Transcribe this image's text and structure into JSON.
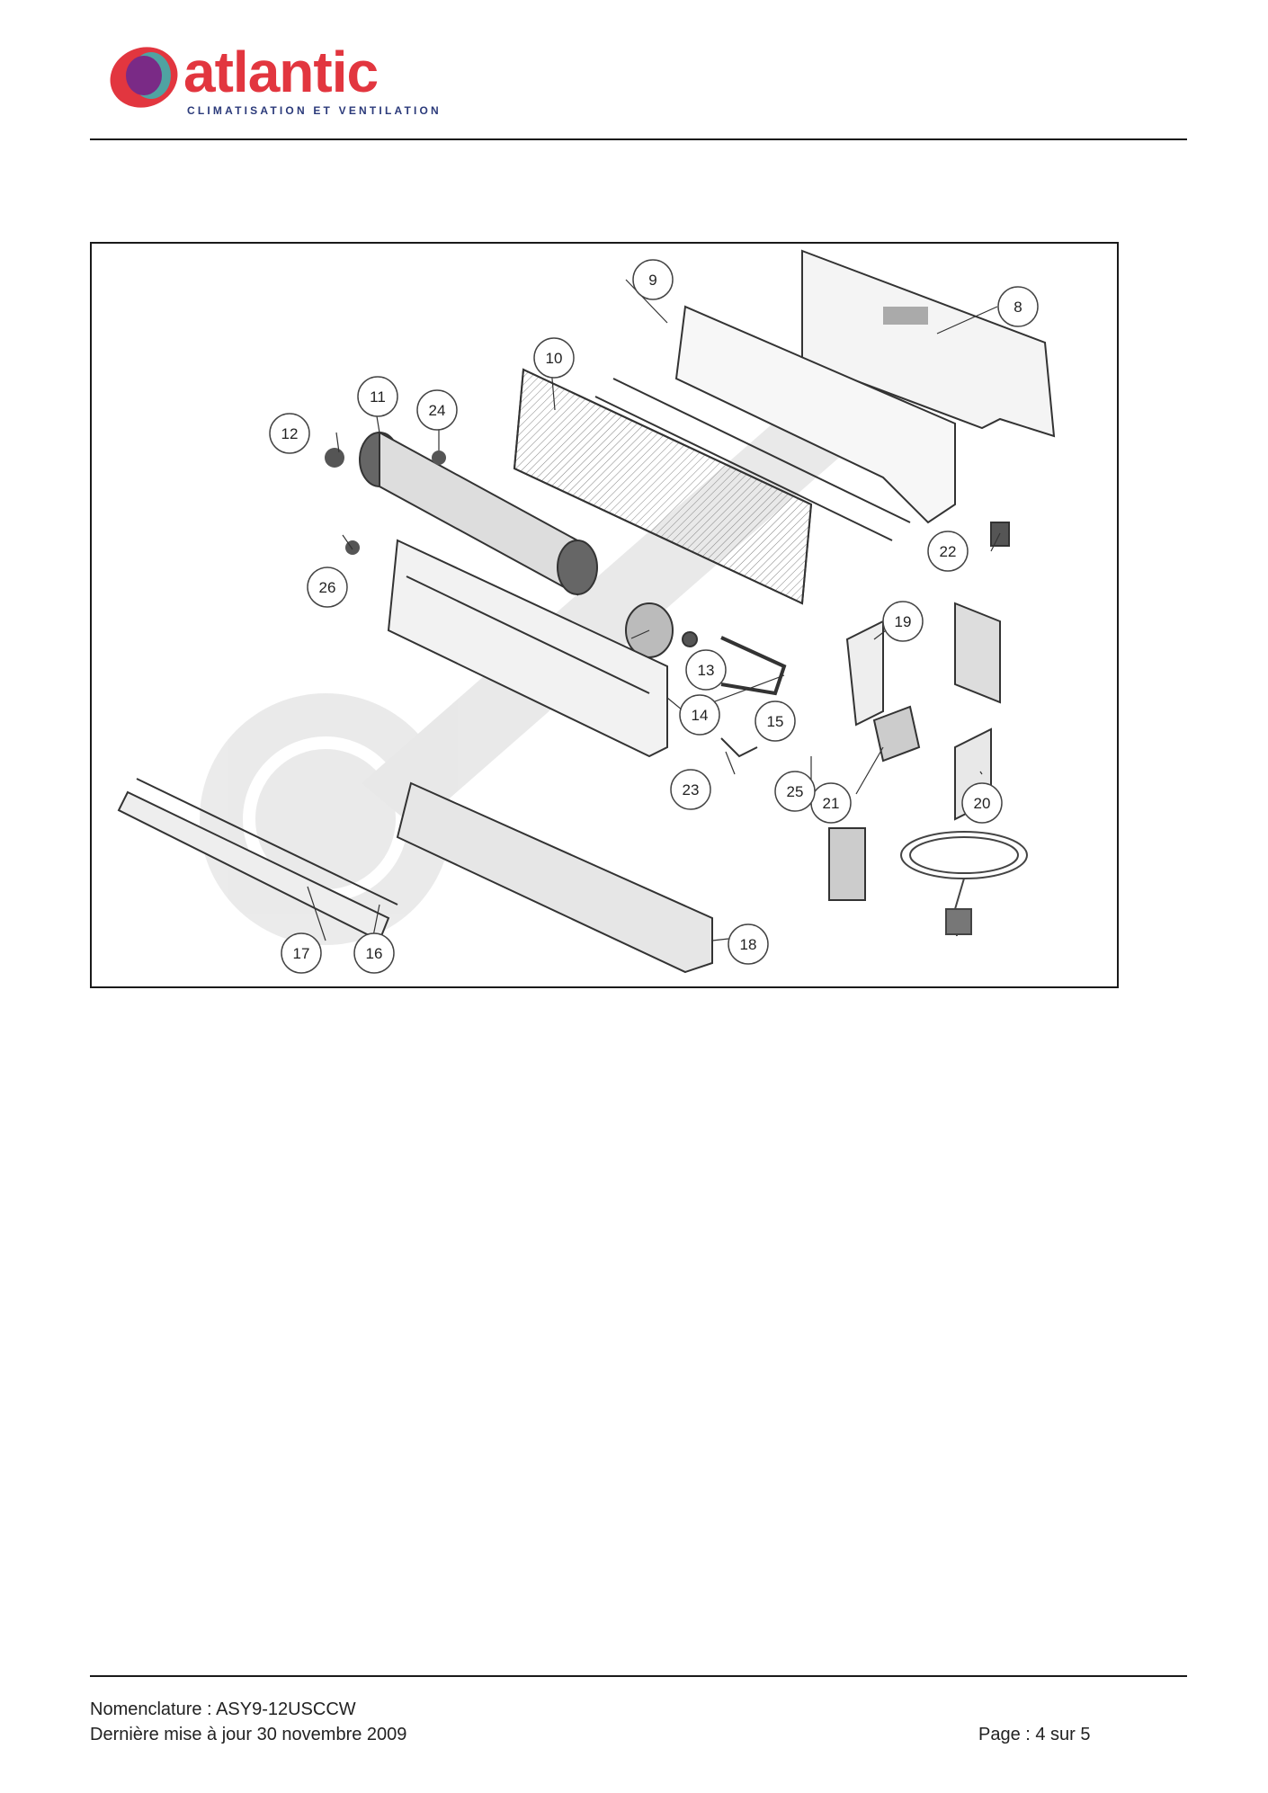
{
  "brand": {
    "name": "atlantic",
    "tagline": "CLIMATISATION ET VENTILATION",
    "colors": {
      "red": "#e2363f",
      "purple": "#7a2a86",
      "teal": "#35b6b4",
      "navy": "#2b3a7a"
    }
  },
  "diagram": {
    "labels": [
      "8",
      "9",
      "10",
      "11",
      "12",
      "13",
      "14",
      "15",
      "16",
      "17",
      "18",
      "19",
      "20",
      "21",
      "22",
      "23",
      "24",
      "25",
      "26"
    ]
  },
  "footer": {
    "nomenclature": "Nomenclature : ASY9-12USCCW",
    "updated": "Dernière mise à jour 30 novembre 2009",
    "page": "Page : 4 sur 5"
  }
}
